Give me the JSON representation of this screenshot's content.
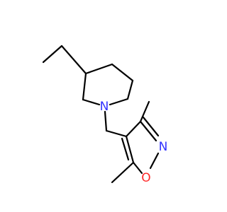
{
  "colors": {
    "background": "#ffffff",
    "bond": "#000000",
    "nitrogen": "#3333ff",
    "oxygen": "#ff2a2a"
  },
  "molecule": {
    "atoms": {
      "piperidine_n": "N",
      "isoxazole_n": "N",
      "isoxazole_o": "O"
    }
  }
}
